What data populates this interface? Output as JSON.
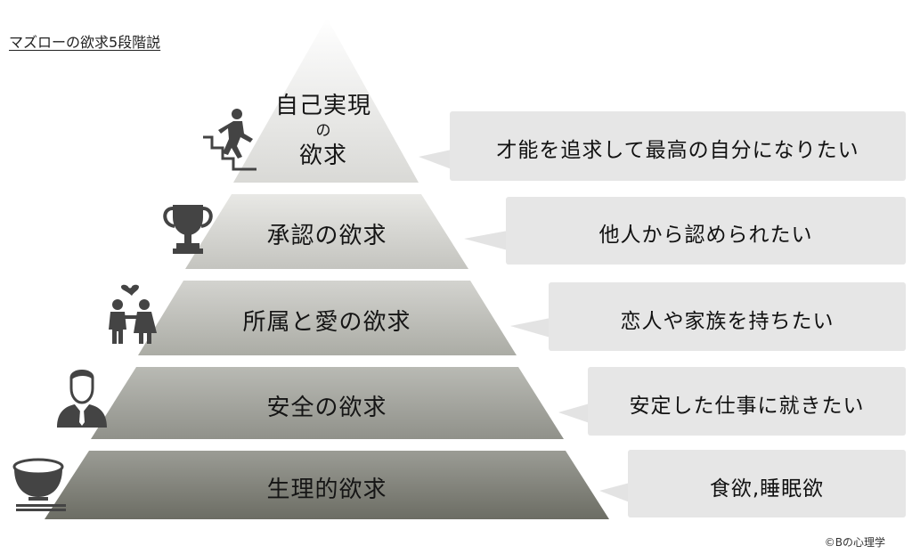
{
  "title": "マズローの欲求5段階説",
  "pyramid": {
    "top": {
      "line1": "自己実現",
      "line2": "の",
      "line3": "欲求"
    },
    "tiers": [
      {
        "label": "承認の欲求"
      },
      {
        "label": "所属と愛の欲求"
      },
      {
        "label": "安全の欲求"
      },
      {
        "label": "生理的欲求"
      }
    ]
  },
  "callouts": [
    "才能を追求して最高の自分になりたい",
    "他人から認められたい",
    "恋人や家族を持ちたい",
    "安定した仕事に就きたい",
    "食欲,睡眠欲"
  ],
  "icons": [
    "stairs-runner-icon",
    "trophy-icon",
    "couple-heart-icon",
    "businessman-icon",
    "rice-bowl-icon"
  ],
  "credit": "©Bの心理学",
  "colors": {
    "tier_light": "#f2f2ef",
    "tier_dark": "#75766d",
    "callout": "#e6e6e6"
  }
}
